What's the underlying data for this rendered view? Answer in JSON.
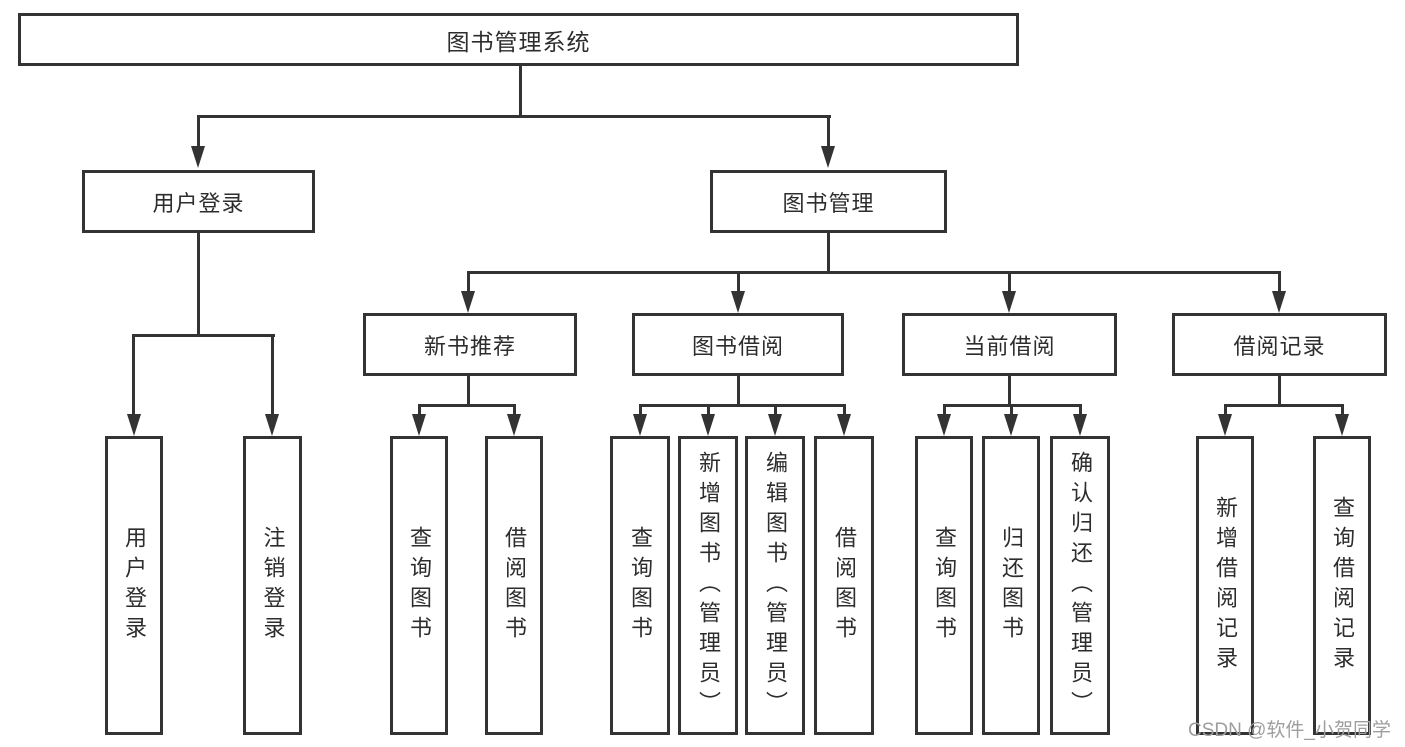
{
  "diagram_title": "图书管理系统",
  "tree": {
    "label": "图书管理系统",
    "children": [
      {
        "label": "用户登录",
        "children": [
          {
            "label": "用户登录"
          },
          {
            "label": "注销登录"
          }
        ]
      },
      {
        "label": "图书管理",
        "children": [
          {
            "label": "新书推荐",
            "children": [
              {
                "label": "查询图书"
              },
              {
                "label": "借阅图书"
              }
            ]
          },
          {
            "label": "图书借阅",
            "children": [
              {
                "label": "查询图书"
              },
              {
                "label": "新增图书（管理员）"
              },
              {
                "label": "编辑图书（管理员）"
              },
              {
                "label": "借阅图书"
              }
            ]
          },
          {
            "label": "当前借阅",
            "children": [
              {
                "label": "查询图书"
              },
              {
                "label": "归还图书"
              },
              {
                "label": "确认归还（管理员）"
              }
            ]
          },
          {
            "label": "借阅记录",
            "children": [
              {
                "label": "新增借阅记录"
              },
              {
                "label": "查询借阅记录"
              }
            ]
          }
        ]
      }
    ]
  },
  "watermark": {
    "text": "CSDN @软件_小贺同学"
  },
  "colors": {
    "line": "#333333",
    "text": "#2d2d2d",
    "watermark": "#9e9ea0",
    "bg": "#ffffff"
  }
}
